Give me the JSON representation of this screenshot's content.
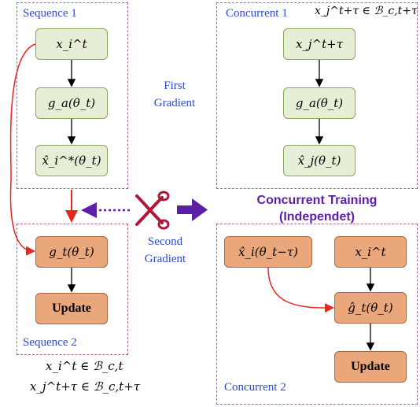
{
  "sequence1": {
    "label": "Sequence 1",
    "nodes": [
      "x_i^t",
      "g_a(θ_t)",
      "x̂_i^*(θ_t)"
    ]
  },
  "sequence2": {
    "label": "Sequence 2",
    "nodes": [
      "g_t(θ_t)",
      "Update"
    ],
    "batch_lines": [
      "x_i^t ∈ ℬ_c,t",
      "x_j^t+τ ∈ ℬ_c,t+τ"
    ]
  },
  "concurrent1": {
    "label": "Concurrent 1",
    "batch_line": "x_j^t+τ ∈ ℬ_c,t+τ",
    "nodes": [
      "x_j^t+τ",
      "g_a(θ_t)",
      "x̂_j(θ_t)"
    ]
  },
  "concurrent2": {
    "label": "Concurrent 2",
    "nodes": [
      "x̂_i(θ_t−τ)",
      "x_i^t",
      "ĝ_t(θ_t)",
      "Update"
    ]
  },
  "first_gradient": [
    "First",
    "Gradient"
  ],
  "second_gradient": [
    "Second",
    "Gradient"
  ],
  "concurrent_training": [
    "Concurrent Training",
    "(Independet)"
  ],
  "colors": {
    "panel_border": "#b0609a",
    "label_blue": "#2b4bd3",
    "green_fill": "#e6efd6",
    "green_border": "#87a55c",
    "orange_fill": "#e9a77b",
    "orange_border": "#a6683f",
    "red_arrow": "#e8251f",
    "purple": "#5b1fa8",
    "scissors": "#b0183a"
  },
  "icons": [
    "scissors-icon",
    "right-arrow-icon"
  ]
}
